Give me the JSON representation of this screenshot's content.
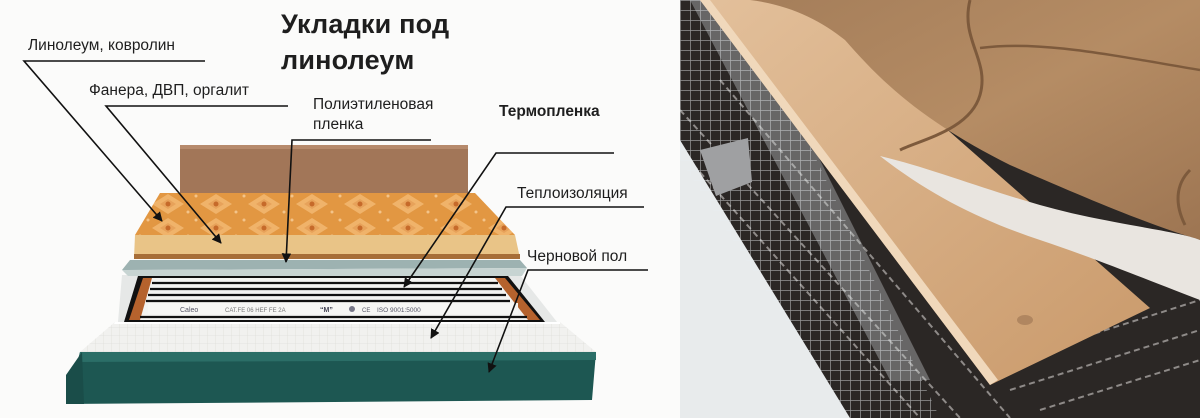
{
  "diagram": {
    "title_line1": "Укладки под",
    "title_line2": "линолеум",
    "labels": {
      "linoleum": "Линолеум, ковролин",
      "plywood": "Фанера, ДВП, оргалит",
      "polyethylene_line1": "Полиэтиленовая",
      "polyethylene_line2": "пленка",
      "thermofilm": "Термопленка",
      "insulation": "Теплоизоляция",
      "subfloor": "Черновой пол"
    },
    "film_print": {
      "brand": "Caleo",
      "text1": "CAT.FE 06 HEF FE 2A",
      "text2": "ISO 9001:5000",
      "ce": "CE"
    },
    "colors": {
      "linoleum": "#e39a46",
      "plywood": "#e7c386",
      "wall": "#a57a5c",
      "polyethylene": "#9fb3b2",
      "insulation": "#eeeeee",
      "subfloor": "#1e5a54",
      "film_edge": "#b5622d",
      "leader_line": "#111111"
    }
  },
  "photo": {
    "description": "Linoleum being laid over plywood on top of infrared heating film"
  }
}
